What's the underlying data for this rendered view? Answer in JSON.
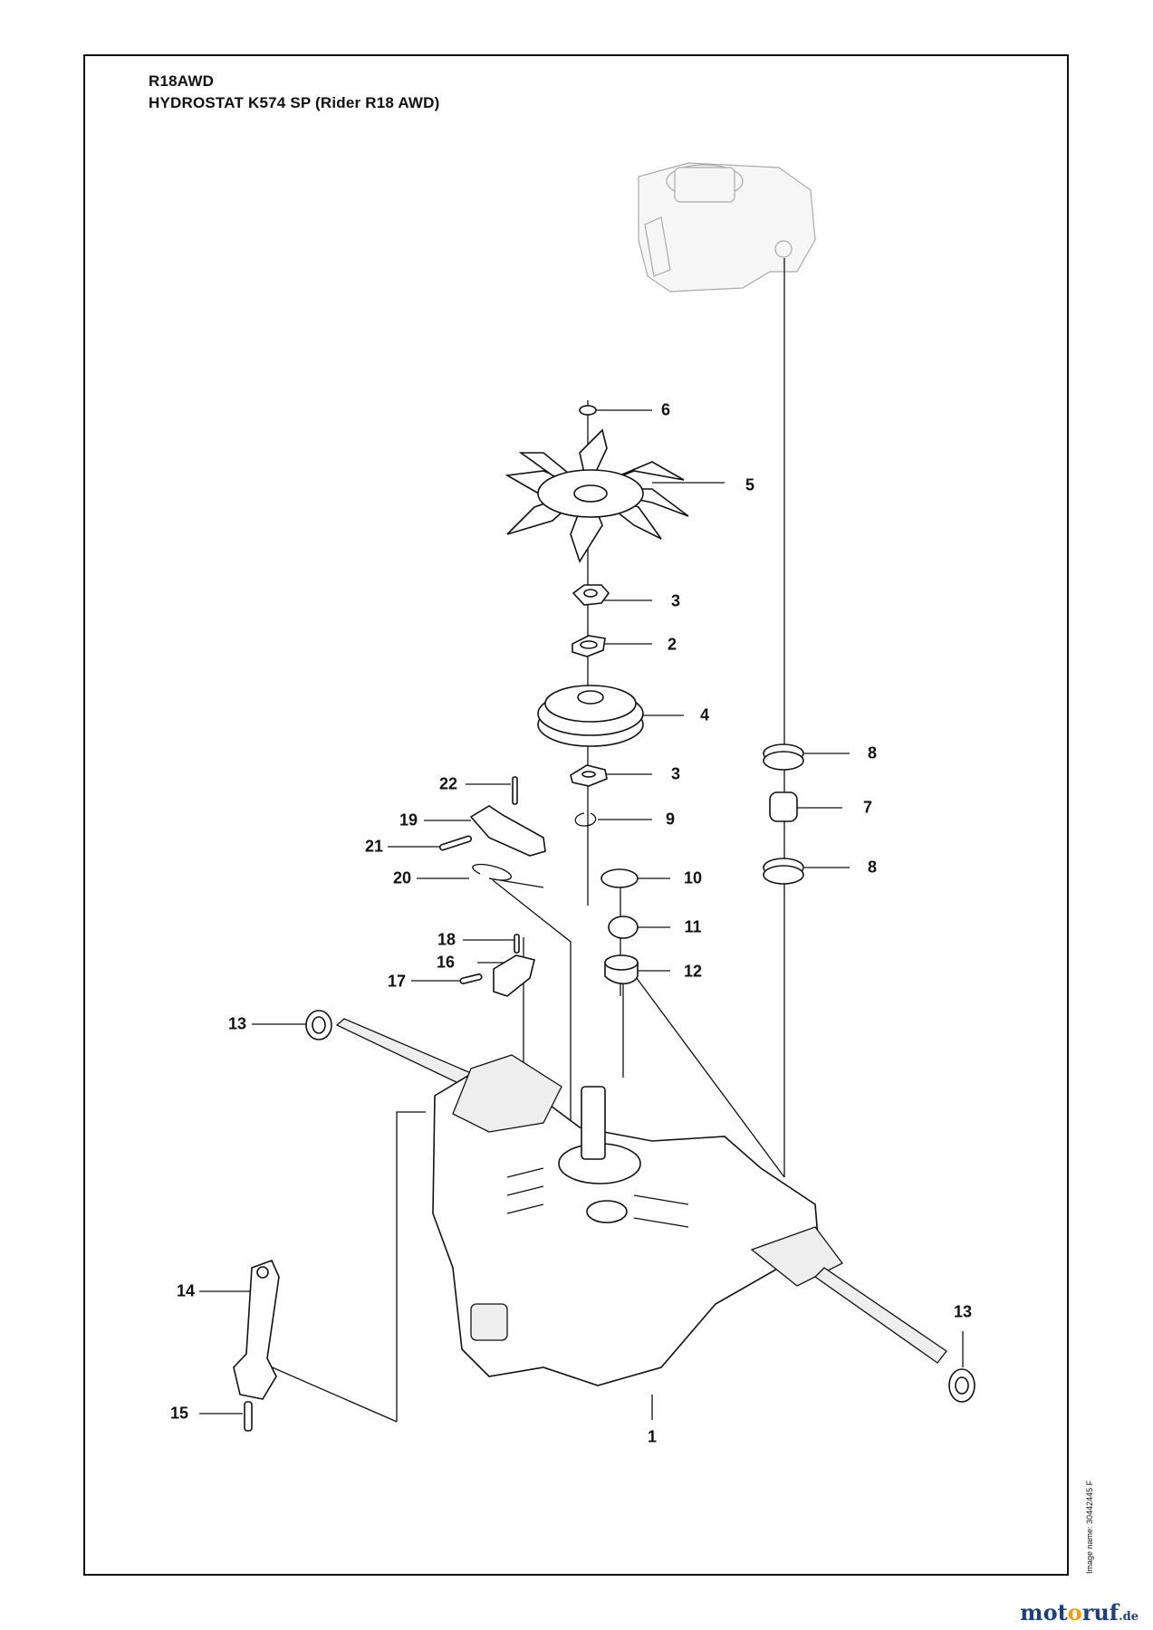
{
  "header": {
    "model": "R18AWD",
    "subtitle": "HYDROSTAT K574 SP (Rider R18 AWD)"
  },
  "callouts": [
    {
      "id": "c6",
      "number": "6"
    },
    {
      "id": "c5",
      "number": "5"
    },
    {
      "id": "c3a",
      "number": "3"
    },
    {
      "id": "c2",
      "number": "2"
    },
    {
      "id": "c4",
      "number": "4"
    },
    {
      "id": "c8a",
      "number": "8"
    },
    {
      "id": "c3b",
      "number": "3"
    },
    {
      "id": "c22",
      "number": "22"
    },
    {
      "id": "c7",
      "number": "7"
    },
    {
      "id": "c19",
      "number": "19"
    },
    {
      "id": "c9",
      "number": "9"
    },
    {
      "id": "c21",
      "number": "21"
    },
    {
      "id": "c8b",
      "number": "8"
    },
    {
      "id": "c20",
      "number": "20"
    },
    {
      "id": "c10",
      "number": "10"
    },
    {
      "id": "c11",
      "number": "11"
    },
    {
      "id": "c18",
      "number": "18"
    },
    {
      "id": "c16",
      "number": "16"
    },
    {
      "id": "c12",
      "number": "12"
    },
    {
      "id": "c17",
      "number": "17"
    },
    {
      "id": "c13a",
      "number": "13"
    },
    {
      "id": "c14",
      "number": "14"
    },
    {
      "id": "c13b",
      "number": "13"
    },
    {
      "id": "c15",
      "number": "15"
    },
    {
      "id": "c1",
      "number": "1"
    }
  ],
  "image_name": "Image name: 30442445 F",
  "brand": {
    "part1": "mot",
    "part2": "o",
    "part3": "ruf",
    "tld": ".de"
  }
}
